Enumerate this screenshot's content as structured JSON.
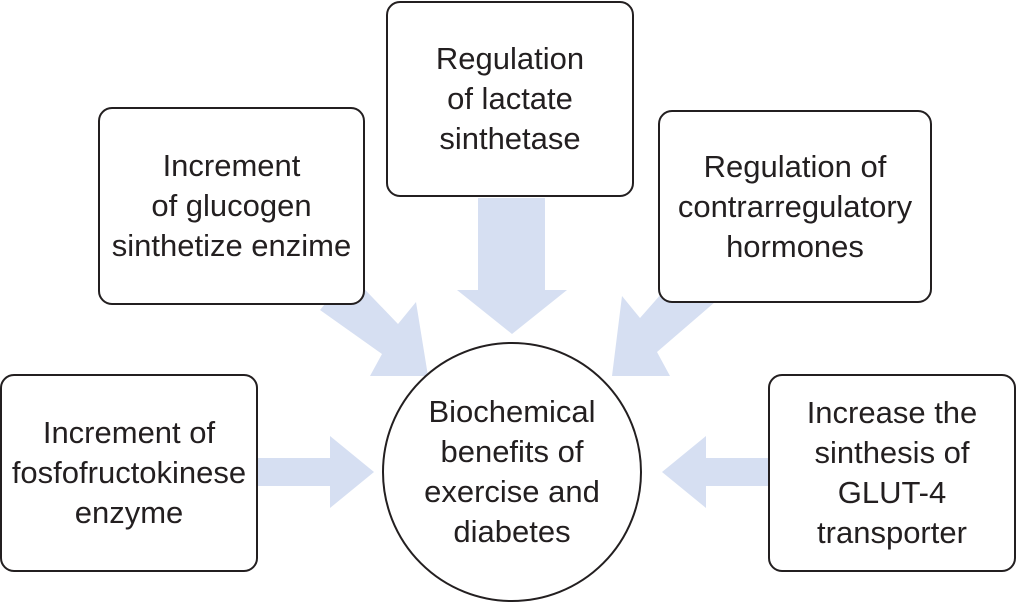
{
  "diagram": {
    "center_label": "Biochemical\nbenefits of\nexercise and\ndiabetes",
    "nodes": {
      "top": "Regulation\nof lactate\nsinthetase",
      "upper_left": "Increment\nof glucogen\nsinthetize enzime",
      "upper_right": "Regulation of\ncontrarregulatory\nhormones",
      "left": "Increment of\nfosfofructokinese\nenzyme",
      "right": "Increase the\nsinthesis of\nGLUT-4\ntransporter"
    },
    "colors": {
      "arrow_fill": "#d6dff2",
      "border": "#231f20",
      "text": "#231f20",
      "background": "#ffffff"
    }
  }
}
